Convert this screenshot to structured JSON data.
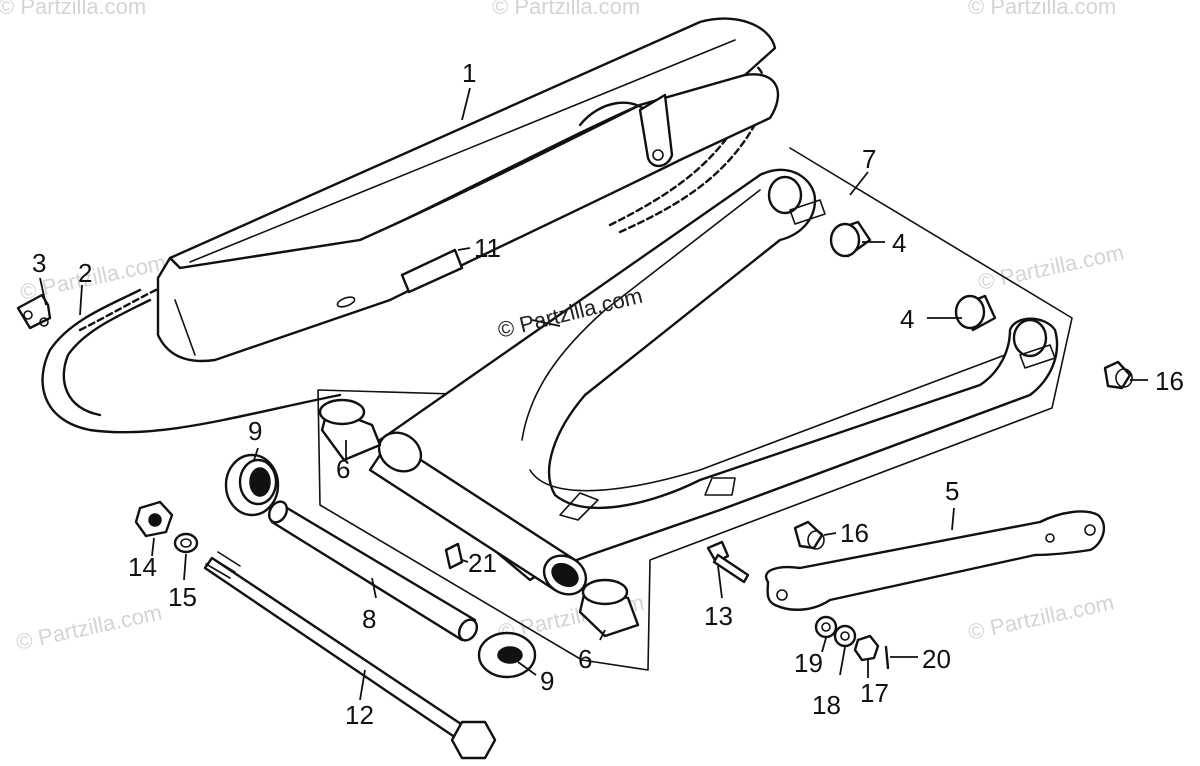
{
  "watermark": {
    "brand": "© Partzilla.com",
    "center_text": "© Partzilla.com"
  },
  "callouts": [
    {
      "id": "1",
      "label": "1"
    },
    {
      "id": "2",
      "label": "2"
    },
    {
      "id": "3",
      "label": "3"
    },
    {
      "id": "4a",
      "label": "4"
    },
    {
      "id": "4b",
      "label": "4"
    },
    {
      "id": "5",
      "label": "5"
    },
    {
      "id": "6a",
      "label": "6"
    },
    {
      "id": "6b",
      "label": "6"
    },
    {
      "id": "7",
      "label": "7"
    },
    {
      "id": "8",
      "label": "8"
    },
    {
      "id": "9a",
      "label": "9"
    },
    {
      "id": "9b",
      "label": "9"
    },
    {
      "id": "11",
      "label": "11"
    },
    {
      "id": "12",
      "label": "12"
    },
    {
      "id": "13",
      "label": "13"
    },
    {
      "id": "14",
      "label": "14"
    },
    {
      "id": "15",
      "label": "15"
    },
    {
      "id": "16a",
      "label": "16"
    },
    {
      "id": "16b",
      "label": "16"
    },
    {
      "id": "17",
      "label": "17"
    },
    {
      "id": "18",
      "label": "18"
    },
    {
      "id": "19",
      "label": "19"
    },
    {
      "id": "20",
      "label": "20"
    },
    {
      "id": "21",
      "label": "21"
    }
  ],
  "colors": {
    "ink": "#111111",
    "background": "#ffffff",
    "watermark": "#d4d4d4"
  }
}
